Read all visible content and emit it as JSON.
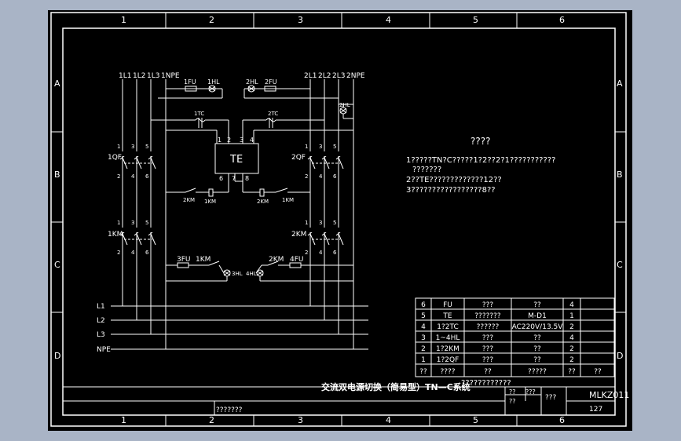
{
  "sheet": {
    "columns": [
      "1",
      "2",
      "3",
      "4",
      "5",
      "6"
    ],
    "rows": [
      "A",
      "B",
      "C",
      "D"
    ]
  },
  "left_bus": [
    "1L1",
    "1L2",
    "1L3",
    "1NPE"
  ],
  "right_bus": [
    "2L1",
    "2L2",
    "2L3",
    "2NPE"
  ],
  "labels": {
    "fu1": "1FU",
    "hl1": "1HL",
    "hl2": "2HL",
    "fu2": "2FU",
    "hl2b": "2HL",
    "tc1": "1TC",
    "tc2": "2TC",
    "qf1": "1QF",
    "qf2": "2QF",
    "te": "TE",
    "km1": "1KM",
    "km2": "2KM",
    "km2a": "2KM",
    "km1a": "1KM",
    "km2b": "2KM",
    "km1b": "1KM",
    "fu3": "3FU",
    "km1c": "1KM",
    "hl3": "3HL",
    "km2c": "2KM",
    "fu4": "4FU",
    "hl4": "4HL"
  },
  "terminals": {
    "pole_top": [
      "1",
      "3",
      "5"
    ],
    "pole_bottom": [
      "2",
      "4",
      "6"
    ],
    "te_top": [
      "1",
      "2",
      "3",
      "4"
    ],
    "te_bottom": [
      "6",
      "7",
      "8"
    ]
  },
  "bus_lines": [
    "L1",
    "L2",
    "L3",
    "NPE"
  ],
  "notes": {
    "title": "????",
    "lines": [
      "1?????TN?C?????1?2??2?1???????????",
      "???????",
      "2??TE?????????????12??",
      "3?????????????????8??"
    ]
  },
  "parts_table": {
    "rows": [
      [
        "6",
        "FU",
        "???",
        "??",
        "4"
      ],
      [
        "5",
        "TE",
        "???????",
        "M-D1",
        "1"
      ],
      [
        "4",
        "1?2TC",
        "??????",
        "AC220V/13.5V",
        "2"
      ],
      [
        "3",
        "1~4HL",
        "???",
        "??",
        "4"
      ],
      [
        "2",
        "1?2KM",
        "???",
        "??",
        "2"
      ],
      [
        "1",
        "1?2QF",
        "???",
        "??",
        "2"
      ]
    ],
    "header": [
      "??",
      "????",
      "??",
      "?????",
      "??",
      "??"
    ]
  },
  "title_block": {
    "title": "交流双电源切换（简易型）TN—C系统",
    "subtitle": "????????????",
    "code": "MLKZ011",
    "page": "127",
    "cell_a": "??",
    "cell_b": "???",
    "cell_c": "??",
    "cell_d": "???",
    "left_text": "???????"
  }
}
